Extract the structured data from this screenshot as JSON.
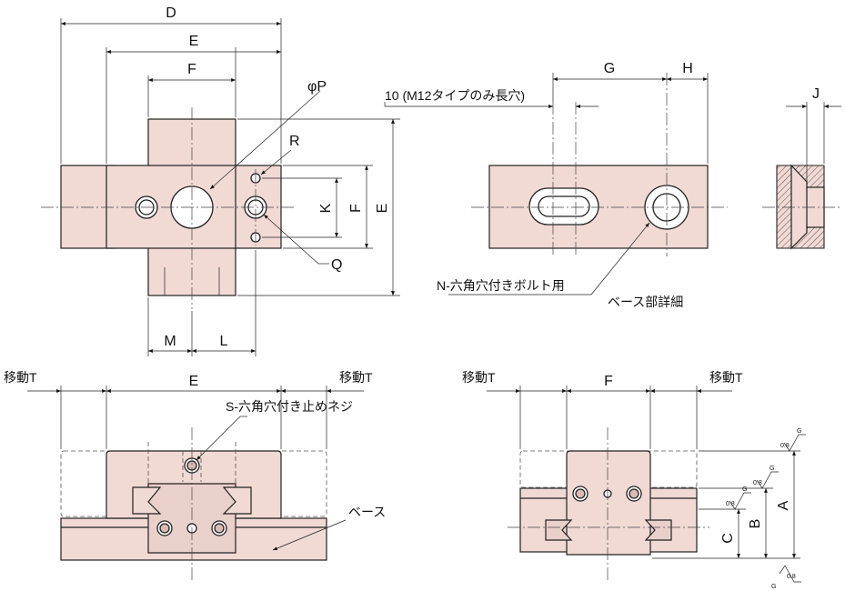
{
  "labels": {
    "D": "D",
    "E": "E",
    "F": "F",
    "G": "G",
    "H": "H",
    "J": "J",
    "K": "K",
    "L": "L",
    "M": "M",
    "R": "R",
    "Q": "Q",
    "phiP": "φP",
    "A": "A",
    "B": "B",
    "C": "C"
  },
  "notes": {
    "slot_note": "10 (M12タイプのみ長穴)",
    "bolt_note": "N-六角穴付きボルト用",
    "base_detail": "ベース部詳細",
    "set_screw": "S-六角穴付き止めネジ",
    "base": "ベース",
    "travel": "移動T"
  },
  "finish": {
    "symbol": "G",
    "roughness": "0.8"
  }
}
